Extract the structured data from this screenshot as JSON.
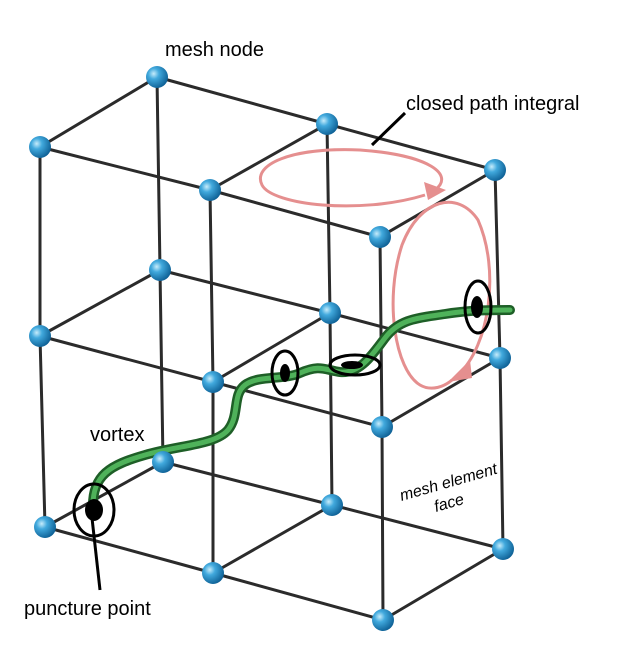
{
  "labels": {
    "mesh_node": "mesh node",
    "closed_path_integral": "closed path integral",
    "vortex": "vortex",
    "mesh_element_face_line1": "mesh element",
    "mesh_element_face_line2": "face",
    "puncture_point": "puncture point"
  },
  "colors": {
    "mesh_edge": "#2b2b2b",
    "node_fill": "#1e8fd0",
    "node_highlight": "#8fd6f5",
    "vortex": "#2f8a3a",
    "vortex_highlight": "#6cc070",
    "loop_arrow": "#e58f8f",
    "puncture_marker": "#000000"
  },
  "icons": {
    "node": "sphere",
    "puncture": "ring-with-dot",
    "loop": "circular-arrow"
  }
}
